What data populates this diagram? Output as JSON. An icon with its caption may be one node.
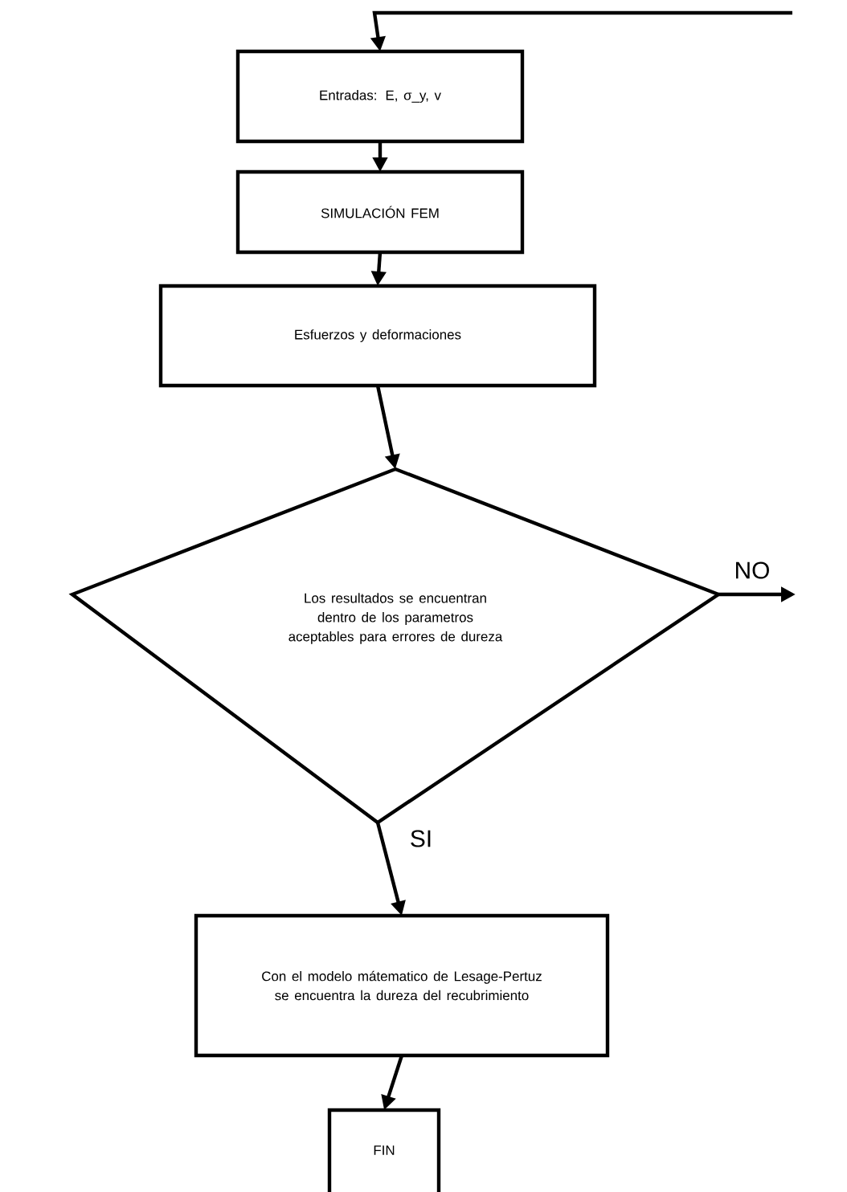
{
  "diagram": {
    "nodes": [
      {
        "text": [
          "Entradas: E, σ_y, v"
        ]
      },
      {
        "text": [
          "SIMULACIÓN FEM"
        ]
      },
      {
        "text": [
          "Esfuerzos y deformaciones"
        ]
      },
      {
        "text": [
          "Los resultados se encuentran dentro de los parametros aceptables para errores de dureza"
        ]
      },
      {
        "text": [
          "Con el modelo mátematico de Lesage-Pertuz se encuentra la dureza del recubrimiento"
        ]
      },
      {
        "text": [
          "FIN"
        ]
      }
    ],
    "edges": [
      {
        "from": null,
        "to": 0,
        "arrow": "to"
      },
      {
        "from": 0,
        "to": 1,
        "arrow": "to"
      },
      {
        "from": 1,
        "to": 2,
        "arrow": "to"
      },
      {
        "from": 2,
        "to": 3,
        "arrow": "to"
      },
      {
        "from": 3,
        "to": null,
        "arrow": "to",
        "label": "NO"
      },
      {
        "from": 3,
        "to": 4,
        "arrow": "to",
        "label": "SI"
      },
      {
        "from": 4,
        "to": 5,
        "arrow": "to"
      }
    ]
  }
}
